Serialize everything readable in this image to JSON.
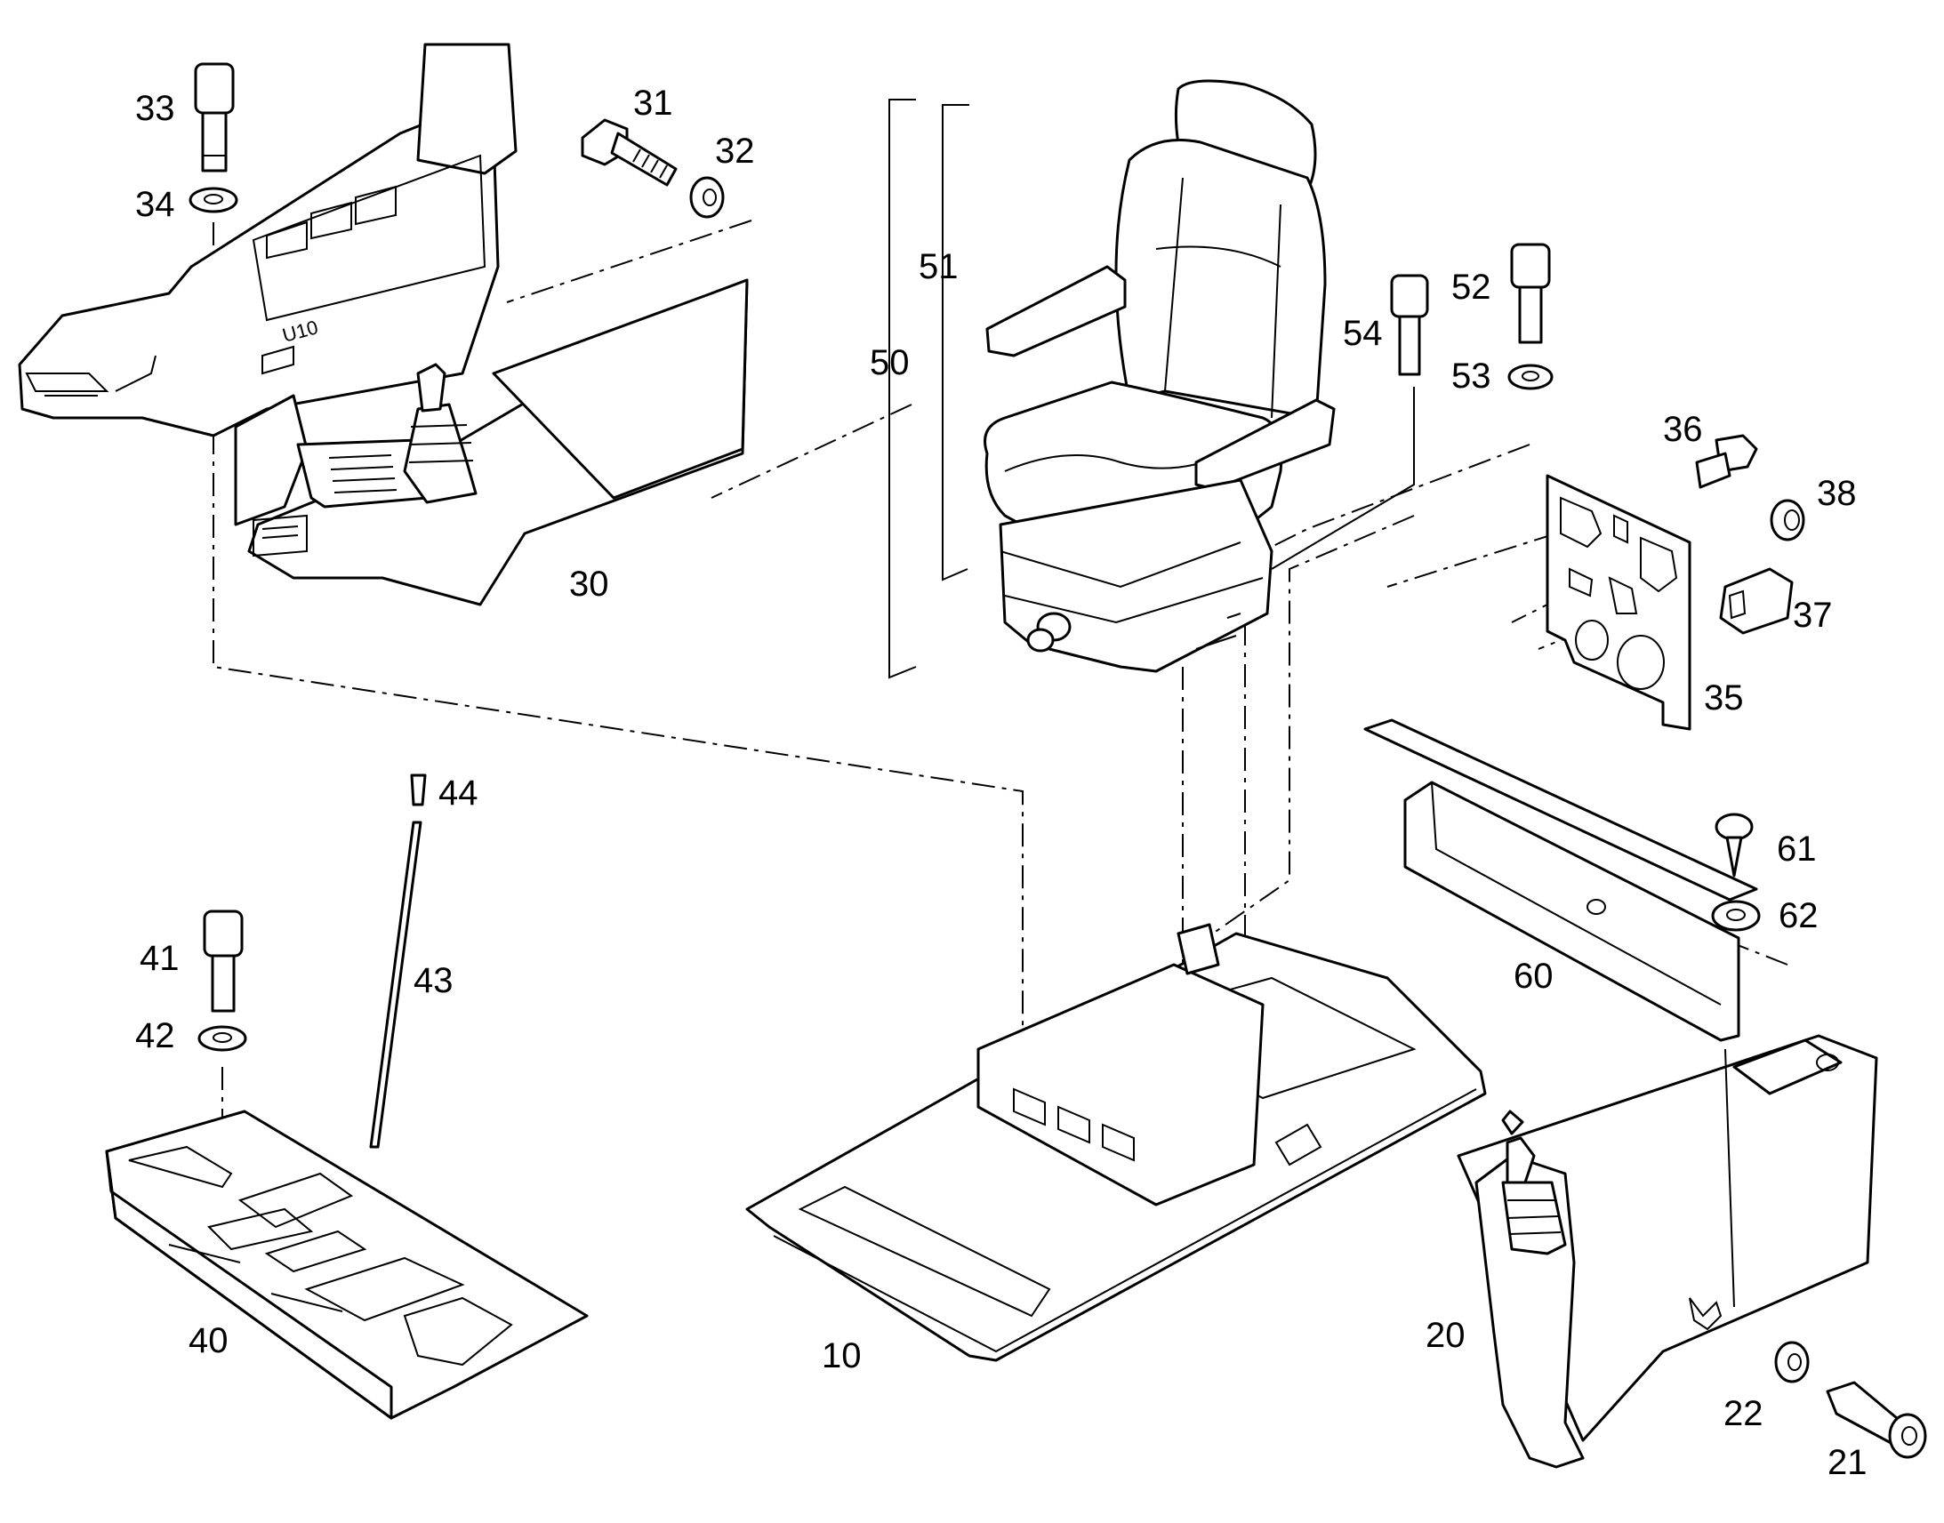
{
  "callouts": [
    "10",
    "20",
    "21",
    "22",
    "30",
    "31",
    "32",
    "33",
    "34",
    "35",
    "36",
    "37",
    "38",
    "40",
    "41",
    "42",
    "43",
    "44",
    "50",
    "51",
    "52",
    "53",
    "54",
    "60",
    "61",
    "62"
  ],
  "panel_label": "U10",
  "colors": {
    "line": "#000000",
    "background": "#ffffff"
  }
}
